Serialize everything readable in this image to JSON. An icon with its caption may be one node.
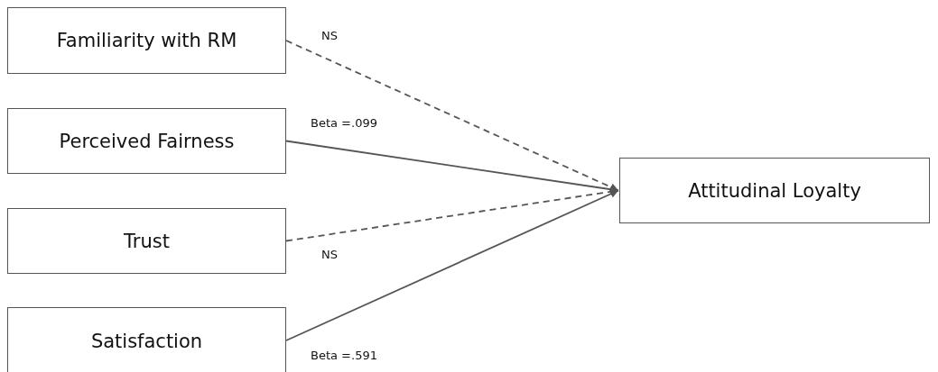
{
  "diagram": {
    "nodes": [
      {
        "text": [
          "Familiarity with RM"
        ]
      },
      {
        "text": [
          "Perceived Fairness"
        ]
      },
      {
        "text": [
          "Trust"
        ]
      },
      {
        "text": [
          "Satisfaction"
        ]
      },
      {
        "text": [
          "Attitudinal Loyalty"
        ]
      }
    ],
    "edges": [
      {
        "from": 0,
        "to": 4,
        "arrow": "to",
        "style": "dashed",
        "label": "NS"
      },
      {
        "from": 1,
        "to": 4,
        "arrow": "to",
        "label": "Beta =.099"
      },
      {
        "from": 2,
        "to": 4,
        "arrow": "to",
        "style": "dashed",
        "label": "NS"
      },
      {
        "from": 3,
        "to": 4,
        "arrow": "to",
        "label": "Beta =.591"
      }
    ]
  }
}
